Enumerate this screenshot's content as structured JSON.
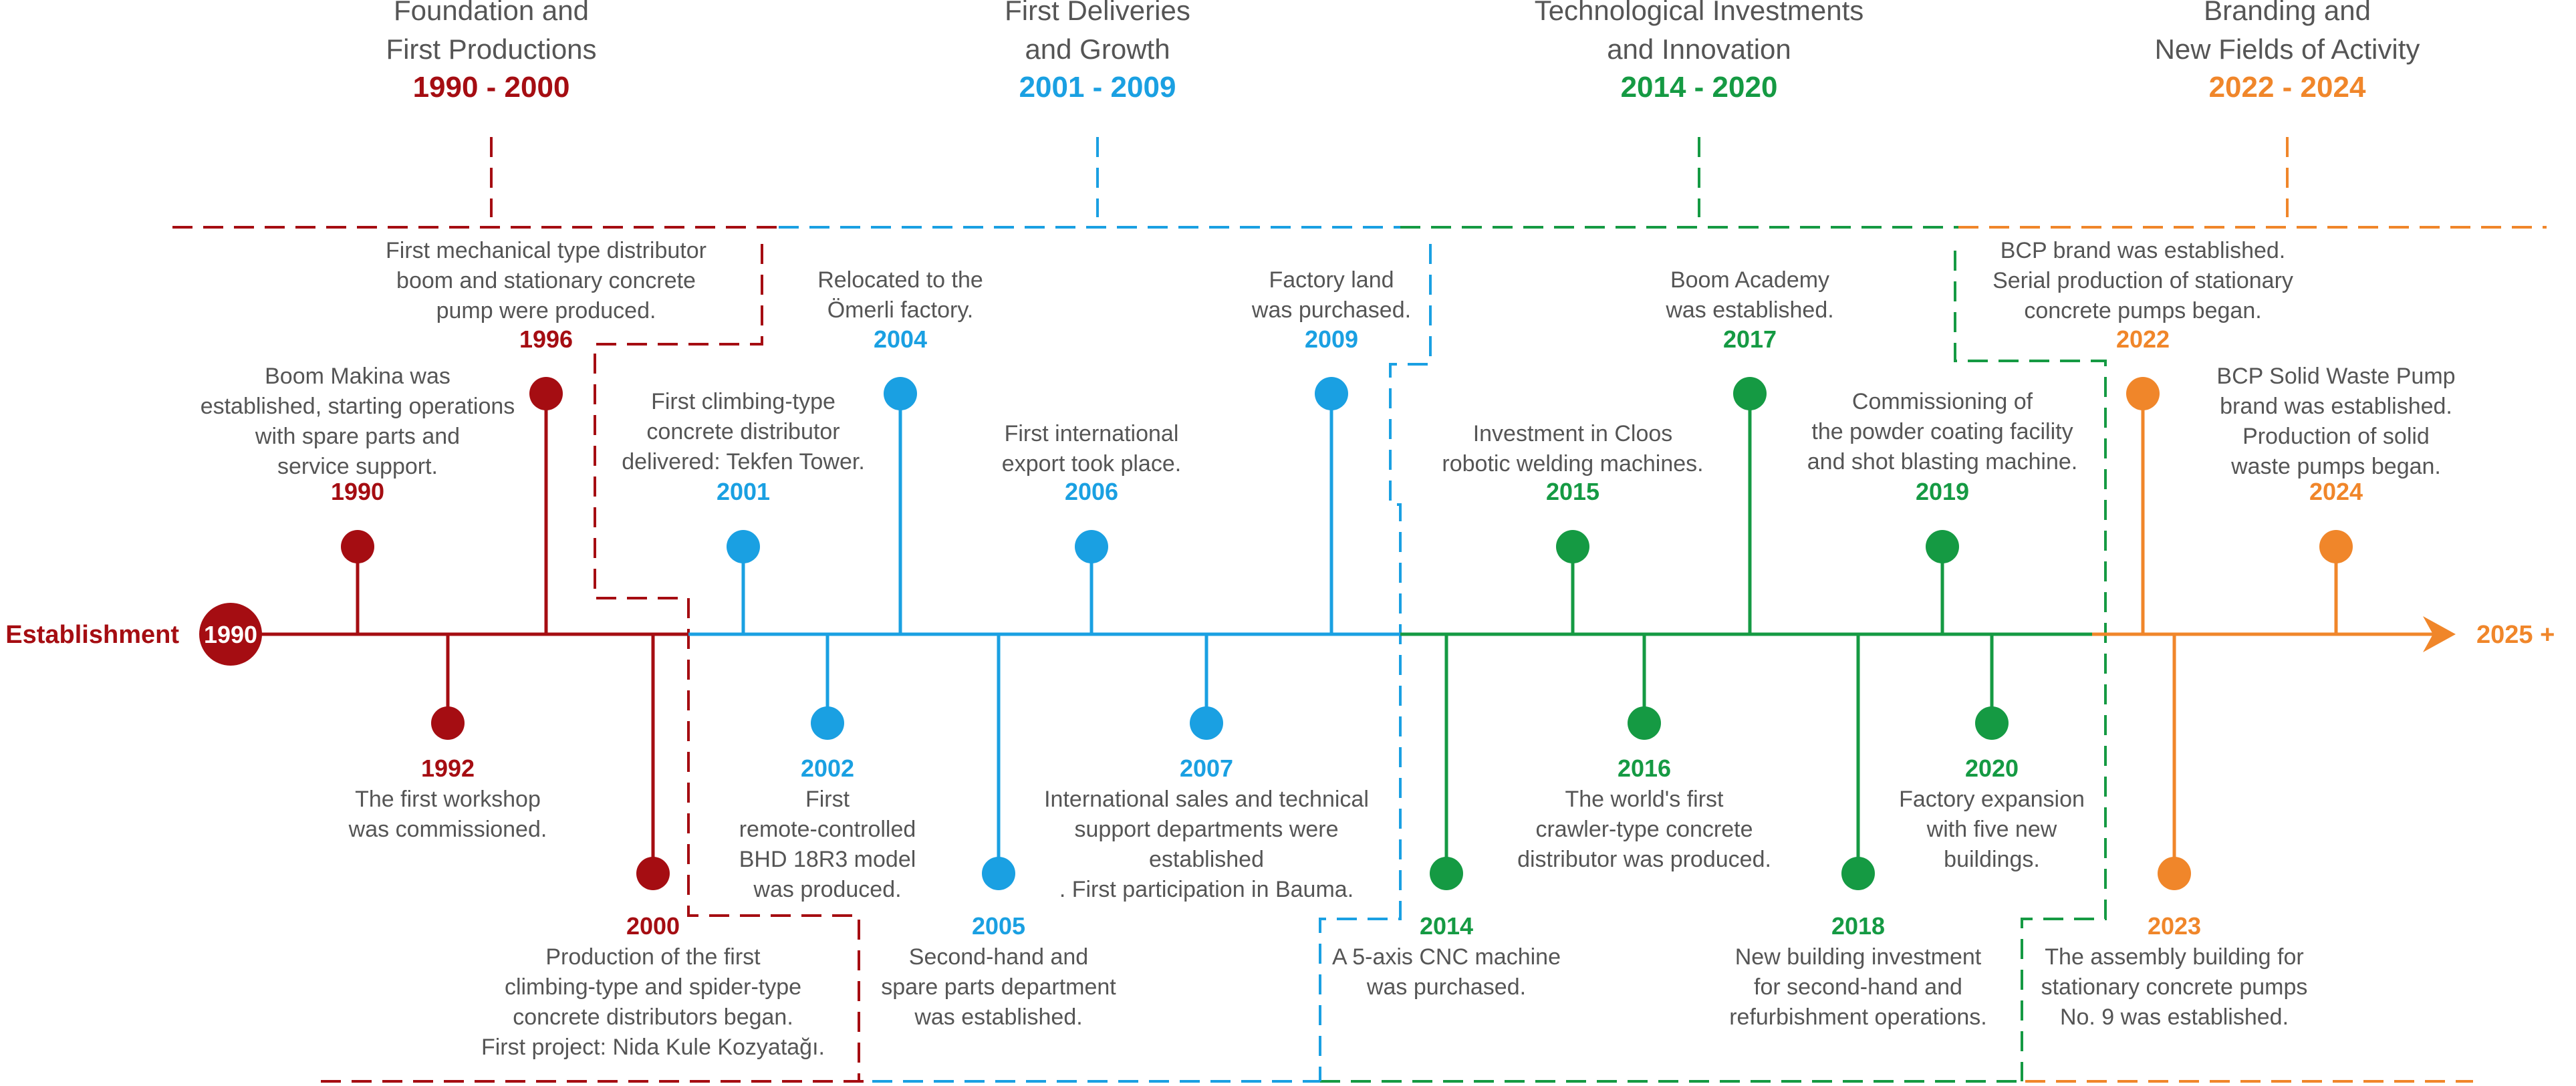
{
  "colors": {
    "red": "#a50d12",
    "blue": "#1aa0e2",
    "green": "#159a43",
    "orange": "#f0862a",
    "text": "#555555"
  },
  "axis": {
    "start_label": "Establishment",
    "start_badge": "1990",
    "end_label": "2025 +"
  },
  "phases": [
    {
      "title_line1": "Foundation and",
      "title_line2": "First Productions",
      "years": "1990 - 2000",
      "color": "red"
    },
    {
      "title_line1": "First Deliveries",
      "title_line2": "and Growth",
      "years": "2001 - 2009",
      "color": "blue"
    },
    {
      "title_line1": "Technological Investments",
      "title_line2": "and Innovation",
      "years": "2014 - 2020",
      "color": "green"
    },
    {
      "title_line1": "Branding and",
      "title_line2": "New Fields of Activity",
      "years": "2022 - 2024",
      "color": "orange"
    }
  ],
  "events": [
    {
      "year": "1990",
      "color": "red",
      "side": "above",
      "lines": [
        "Boom Makina was",
        "established, starting operations",
        "with spare parts and",
        "service support."
      ]
    },
    {
      "year": "1992",
      "color": "red",
      "side": "below",
      "lines": [
        "The first workshop",
        "was commissioned."
      ]
    },
    {
      "year": "1996",
      "color": "red",
      "side": "above",
      "lines": [
        "First mechanical type distributor",
        "boom and stationary concrete",
        "pump were produced."
      ]
    },
    {
      "year": "2000",
      "color": "red",
      "side": "below",
      "lines": [
        "Production of the first",
        "climbing-type and spider-type",
        "concrete distributors began.",
        "First project: Nida Kule Kozyatağı."
      ]
    },
    {
      "year": "2001",
      "color": "blue",
      "side": "above",
      "lines": [
        "First climbing-type",
        "concrete distributor",
        "delivered: Tekfen Tower."
      ]
    },
    {
      "year": "2002",
      "color": "blue",
      "side": "below",
      "lines": [
        "First",
        "remote-controlled",
        "BHD 18R3 model",
        "was produced."
      ]
    },
    {
      "year": "2004",
      "color": "blue",
      "side": "above",
      "lines": [
        "Relocated to the",
        "Ömerli factory."
      ]
    },
    {
      "year": "2005",
      "color": "blue",
      "side": "below",
      "lines": [
        "Second-hand and",
        "spare parts department",
        "was established."
      ]
    },
    {
      "year": "2006",
      "color": "blue",
      "side": "above",
      "lines": [
        "First international",
        "export took place."
      ]
    },
    {
      "year": "2007",
      "color": "blue",
      "side": "below",
      "lines": [
        "International sales and technical",
        "support departments were",
        "established",
        ". First participation in Bauma."
      ]
    },
    {
      "year": "2009",
      "color": "blue",
      "side": "above",
      "lines": [
        "Factory land",
        "was purchased."
      ]
    },
    {
      "year": "2014",
      "color": "green",
      "side": "below",
      "lines": [
        "A 5-axis CNC machine",
        "was purchased."
      ]
    },
    {
      "year": "2015",
      "color": "green",
      "side": "above",
      "lines": [
        "Investment in Cloos",
        "robotic welding machines."
      ]
    },
    {
      "year": "2016",
      "color": "green",
      "side": "below",
      "lines": [
        "The world's first",
        "crawler-type concrete",
        "distributor was produced."
      ]
    },
    {
      "year": "2017",
      "color": "green",
      "side": "above",
      "lines": [
        "Boom Academy",
        "was established."
      ]
    },
    {
      "year": "2018",
      "color": "green",
      "side": "below",
      "lines": [
        "New building investment",
        "for second-hand and",
        "refurbishment operations."
      ]
    },
    {
      "year": "2019",
      "color": "green",
      "side": "above",
      "lines": [
        "Commissioning of",
        "the powder coating facility",
        "and shot blasting machine."
      ]
    },
    {
      "year": "2020",
      "color": "green",
      "side": "below",
      "lines": [
        "Factory expansion",
        "with five new",
        "buildings."
      ]
    },
    {
      "year": "2022",
      "color": "orange",
      "side": "above",
      "lines": [
        "BCP brand was established.",
        "Serial production of stationary",
        "concrete pumps began."
      ]
    },
    {
      "year": "2023",
      "color": "orange",
      "side": "below",
      "lines": [
        "The assembly building for",
        "stationary concrete pumps",
        "No. 9 was established."
      ]
    },
    {
      "year": "2024",
      "color": "orange",
      "side": "above",
      "lines": [
        "BCP Solid Waste Pump",
        "brand was established.",
        "Production of solid",
        "waste pumps began."
      ]
    }
  ]
}
